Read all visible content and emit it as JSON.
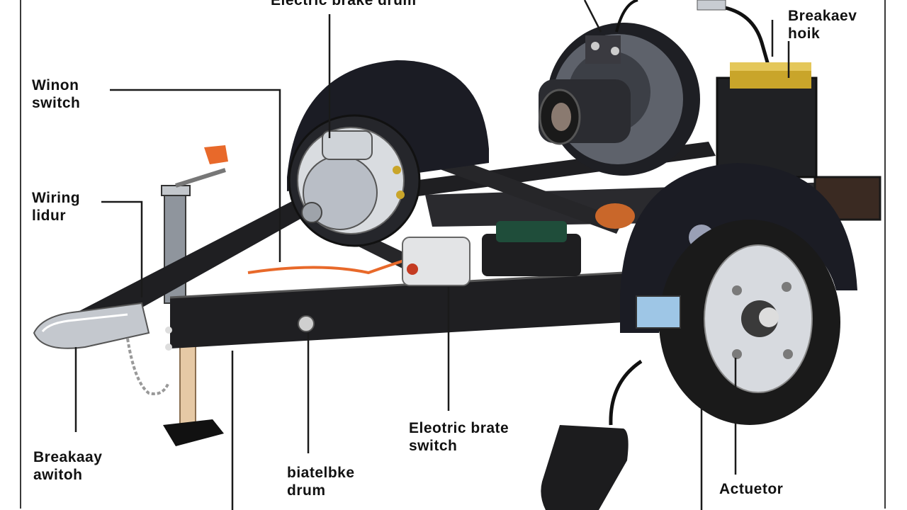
{
  "colors": {
    "frame": "#1f1f22",
    "fender": "#1b1c24",
    "steel": "#9aa0a8",
    "tire": "#1a1a1a",
    "rim": "#d7dadf",
    "accent_orange": "#e8692a",
    "battery_box": "#202124",
    "terminals": "#c9a52a",
    "leader": "#1a1a1a"
  },
  "labels": {
    "top_center": "Electric brake drum",
    "winch_switch": [
      "Winon",
      "switch"
    ],
    "wiring_harness": [
      "Wiring",
      "lidur"
    ],
    "breakaway_switch": [
      "Breakaay",
      "awitoh"
    ],
    "brake_drum": [
      "biatelbke",
      "drum"
    ],
    "electric_brake_switch": [
      "Eleotric brate",
      "switch"
    ],
    "breakaway_hook": [
      "Breakaev",
      "hoik"
    ],
    "actuator": "Actuetor"
  }
}
